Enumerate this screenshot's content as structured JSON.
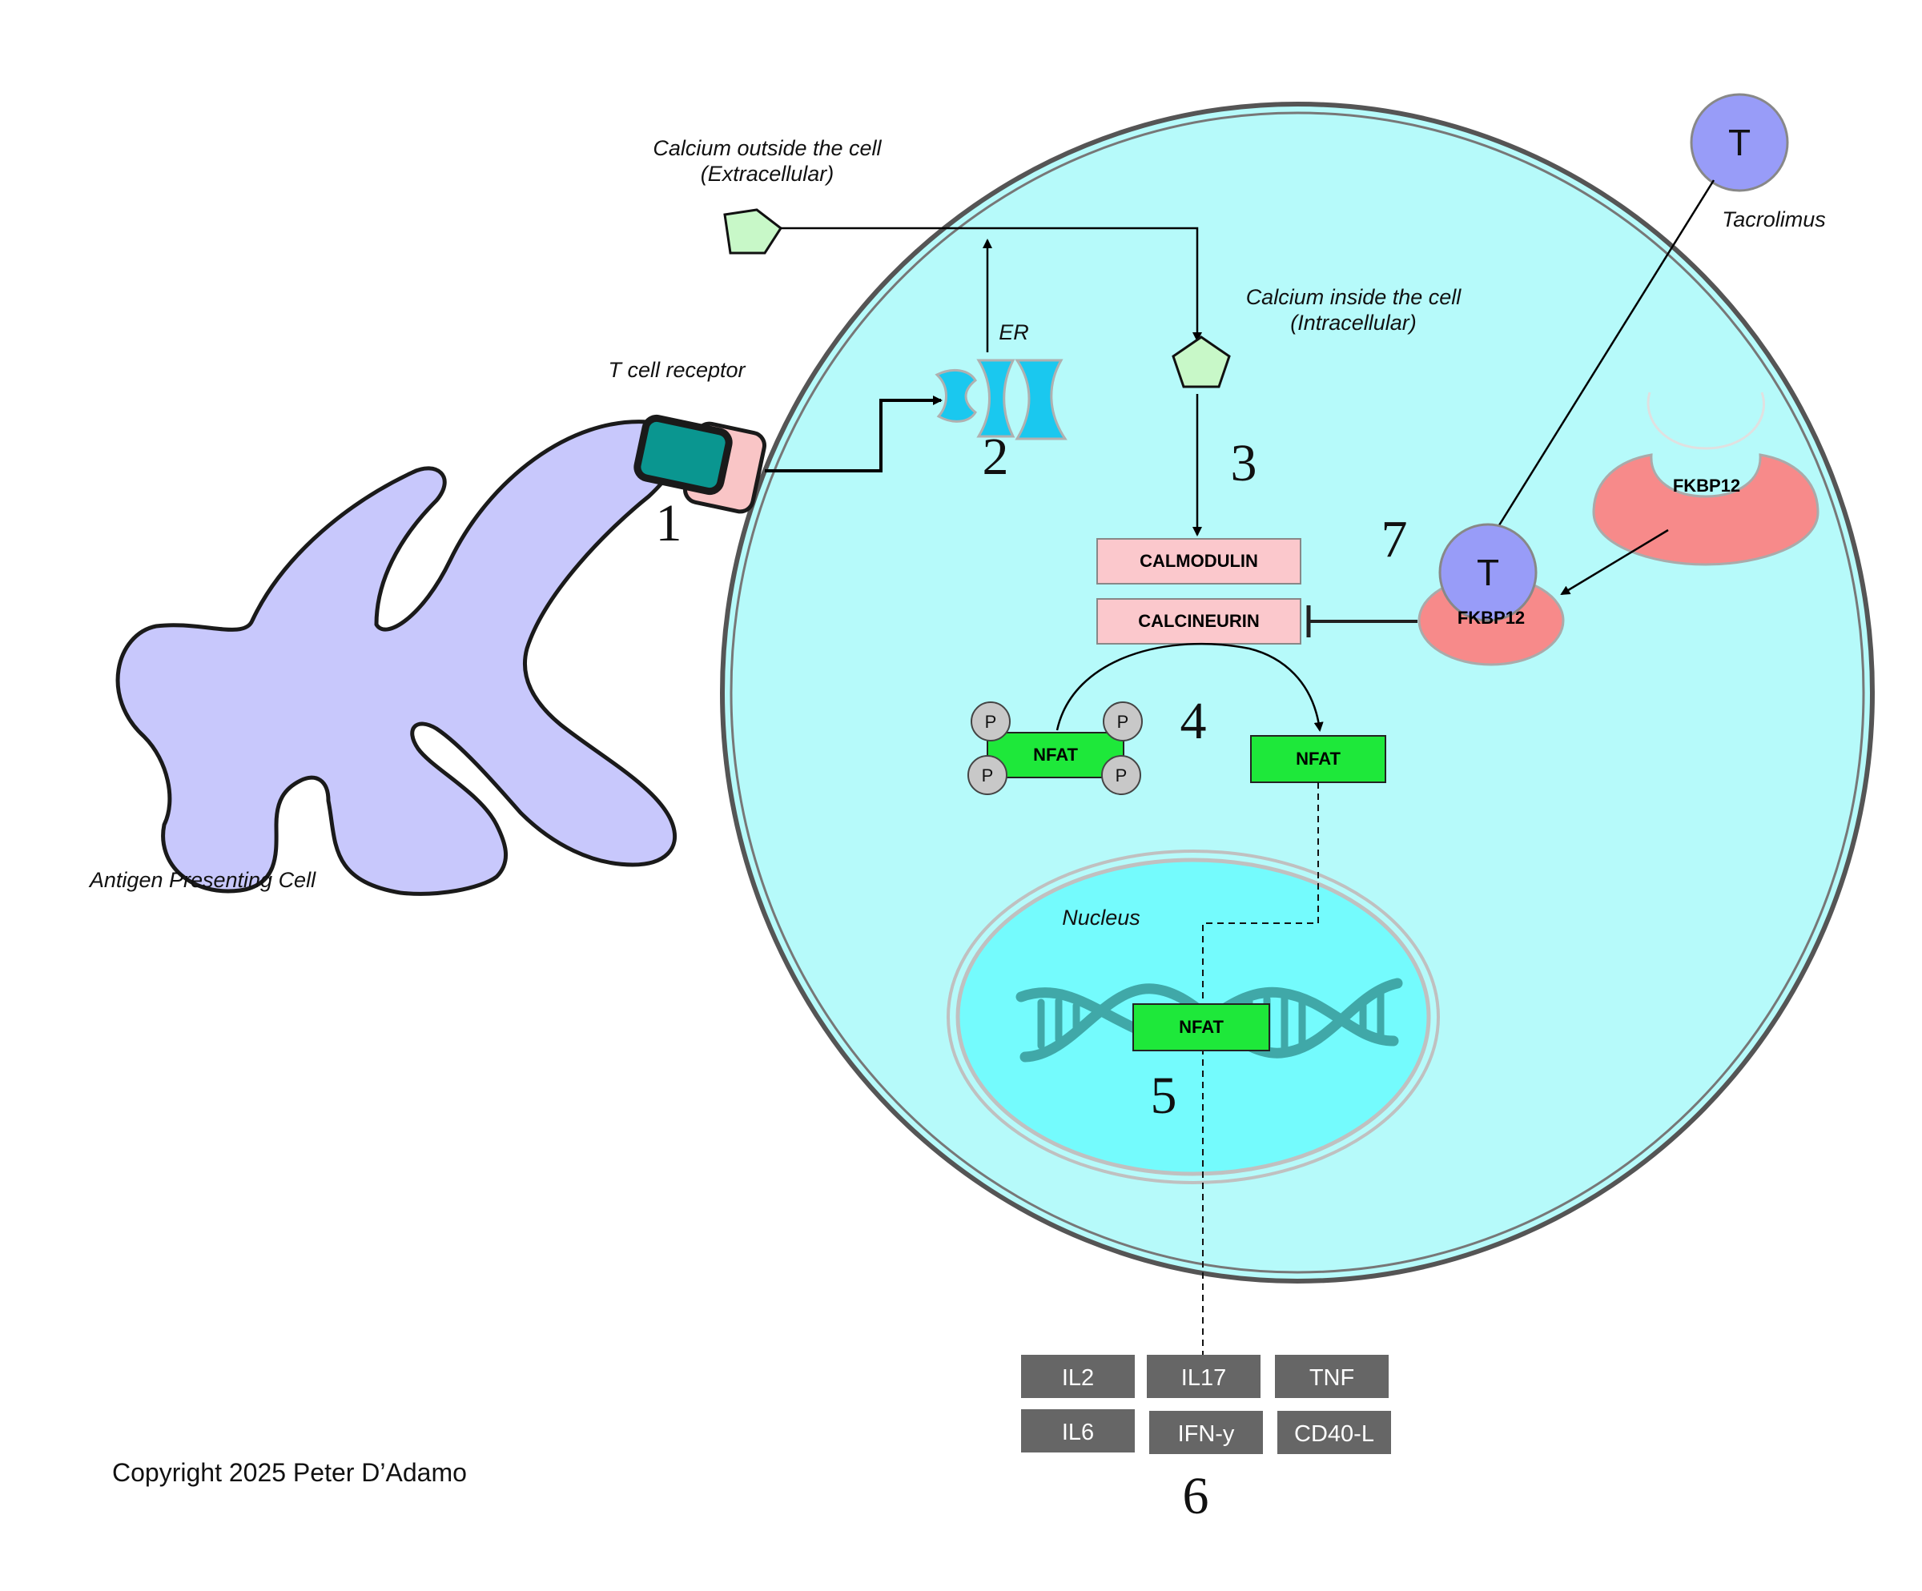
{
  "labels": {
    "calcium_outside_line1": "Calcium outside the cell",
    "calcium_outside_line2": "(Extracellular)",
    "calcium_inside_line1": "Calcium inside the cell",
    "calcium_inside_line2": "(Intracellular)",
    "er": "ER",
    "t_cell_receptor": "T cell receptor",
    "antigen_presenting_cell": "Antigen Presenting Cell",
    "tacrolimus": "Tacrolimus",
    "nucleus": "Nucleus",
    "calmodulin": "CALMODULIN",
    "calcineurin": "CALCINEURIN",
    "fkbp12": "FKBP12",
    "fkbp12_complex": "FKBP12",
    "tacrolimus_symbol": "T",
    "tacrolimus_bound_symbol": "T",
    "nfat_phosphorylated": "NFAT",
    "nfat_active": "NFAT",
    "nfat_nucleus": "NFAT",
    "phosphate": "P",
    "copyright": "Copyright 2025 Peter D’Adamo"
  },
  "steps": [
    "1",
    "2",
    "3",
    "4",
    "5",
    "6",
    "7"
  ],
  "cytokines": [
    "IL2",
    "IL17",
    "TNF",
    "IL6",
    "IFN-y",
    "CD40-L"
  ],
  "colors": {
    "cell_fill": "#b6fafa",
    "nucleus_fill": "#74fbfd",
    "apc_fill": "#c8c8fc",
    "receptor_teal": "#0a9690",
    "receptor_pink": "#f9c5c6",
    "calcium_green": "#c8f8c8",
    "er_blue": "#1ac8ef",
    "box_pink": "#fbc8cc",
    "nfat_green": "#1ee83a",
    "fkbp_red": "#f78a8a",
    "tacrolimus_blue": "#989cf8",
    "dna_teal": "#40a8a8",
    "cytokine_gray": "#666666"
  }
}
